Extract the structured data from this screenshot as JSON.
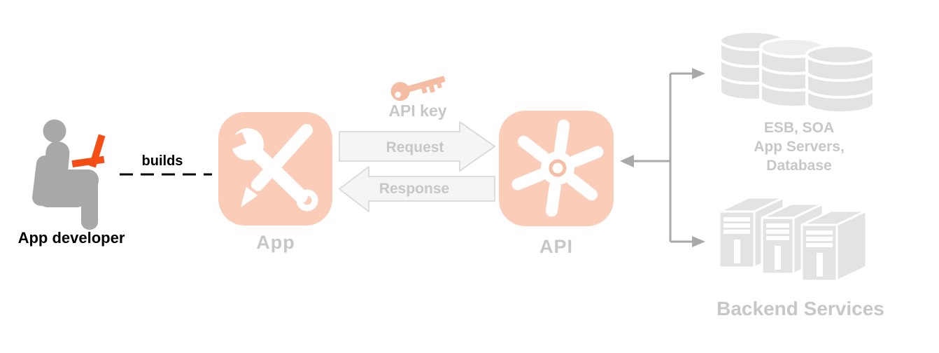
{
  "colors": {
    "accent_salmon": "#fbcdb8",
    "key_salmon": "#f6bda5",
    "laptop_orange": "#f24e16",
    "figure_gray": "#a8a8a8",
    "connector_gray": "#a9a9a9",
    "shape_gray": "#e3e3e3",
    "shape_gray_light": "#eeeeee",
    "label_gray": "#c7c7c7",
    "arrow_fill": "#f5f5f5",
    "arrow_border": "#dcdcdc",
    "text_black": "#000000"
  },
  "nodes": {
    "developer": {
      "label": "App developer",
      "icon": "person-with-laptop-icon"
    },
    "app": {
      "label": "App",
      "icon": "wrench-pencil-icon"
    },
    "api": {
      "label": "API",
      "icon": "turbine-icon"
    },
    "api_key": {
      "label": "API key",
      "icon": "key-icon"
    },
    "esb": {
      "line1": "ESB, SOA",
      "line2": "App Servers,",
      "line3": "Database",
      "icon": "database-stack-icon"
    },
    "backend": {
      "label": "Backend Services",
      "icon": "server-towers-icon"
    }
  },
  "edges": {
    "builds": {
      "label": "builds",
      "style": "dashed"
    },
    "request": {
      "label": "Request",
      "direction": "right"
    },
    "response": {
      "label": "Response",
      "direction": "left"
    },
    "api_to_backends": {
      "style": "solid-fork",
      "arrowheads": [
        "left-to-api",
        "right-to-esb",
        "right-to-backend"
      ]
    }
  }
}
